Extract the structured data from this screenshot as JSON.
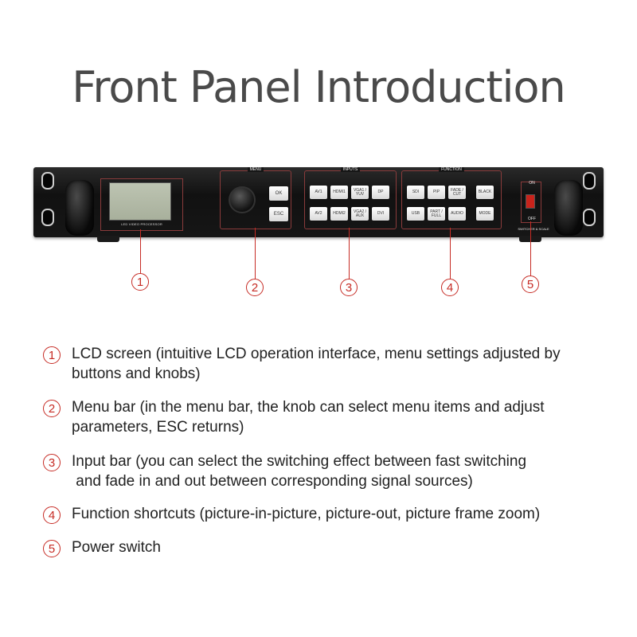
{
  "title": "Front Panel Introduction",
  "device": {
    "lcd_label": "LED VIDEO PROCESSOR",
    "menu": {
      "label": "MENU",
      "buttons": [
        "OK",
        "ESC"
      ]
    },
    "inputs": {
      "label": "INPUTS",
      "buttons": [
        "AV1",
        "HDMI1",
        "VGA1 / YUV",
        "DP",
        "AV2",
        "HDMI2",
        "VGA2 / AUX",
        "DVI"
      ]
    },
    "function": {
      "label": "FUNCTION",
      "buttons": [
        "SDI",
        "PIP",
        "FADE / CUT",
        "BLACK",
        "USB",
        "PART / FULL",
        "AUDIO",
        "MODE"
      ]
    },
    "power": {
      "on": "ON",
      "off": "OFF",
      "label": "SWITCHER & SCALE"
    }
  },
  "callouts": [
    "1",
    "2",
    "3",
    "4",
    "5"
  ],
  "descriptions": [
    {
      "num": "1",
      "line1": "LCD screen (intuitive LCD operation interface, menu settings adjusted by",
      "line2": "buttons and knobs)"
    },
    {
      "num": "2",
      "line1": "Menu bar (in the menu bar, the knob can select menu items and adjust",
      "line2": "parameters, ESC returns)"
    },
    {
      "num": "3",
      "line1": "Input bar (you can select the switching effect between fast switching",
      "line2": " and fade in and out between corresponding signal sources)"
    },
    {
      "num": "4",
      "line1": "Function shortcuts (picture-in-picture, picture-out, picture frame zoom)",
      "line2": ""
    },
    {
      "num": "5",
      "line1": "Power switch",
      "line2": ""
    }
  ],
  "colors": {
    "accent": "#c62b24",
    "title": "#4a4a4a",
    "device": "#161616"
  }
}
